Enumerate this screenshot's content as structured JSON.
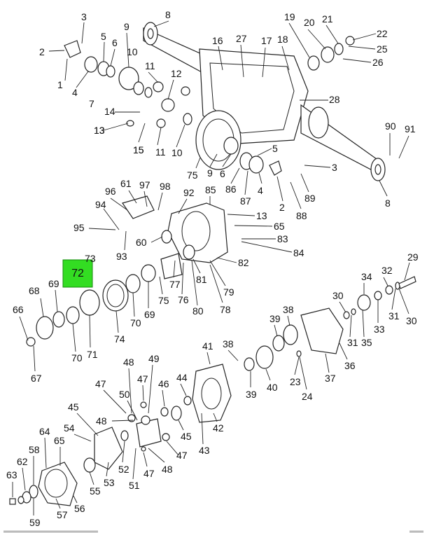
{
  "highlight": {
    "label": "72",
    "color": "#33dd22"
  },
  "callouts": [
    {
      "id": "c1",
      "text": "1"
    },
    {
      "id": "c2",
      "text": "2"
    },
    {
      "id": "c3",
      "text": "3"
    },
    {
      "id": "c4",
      "text": "4"
    },
    {
      "id": "c5",
      "text": "5"
    },
    {
      "id": "c6",
      "text": "6"
    },
    {
      "id": "c7",
      "text": "7"
    },
    {
      "id": "c8",
      "text": "8"
    },
    {
      "id": "c9",
      "text": "9"
    },
    {
      "id": "c10",
      "text": "10"
    },
    {
      "id": "c11",
      "text": "11"
    },
    {
      "id": "c12",
      "text": "12"
    },
    {
      "id": "c13",
      "text": "13"
    },
    {
      "id": "c14",
      "text": "14"
    },
    {
      "id": "c15",
      "text": "15"
    },
    {
      "id": "c16",
      "text": "16"
    },
    {
      "id": "c17",
      "text": "17"
    },
    {
      "id": "c18",
      "text": "18"
    },
    {
      "id": "c19",
      "text": "19"
    },
    {
      "id": "c20",
      "text": "20"
    },
    {
      "id": "c21",
      "text": "21"
    },
    {
      "id": "c22",
      "text": "22"
    },
    {
      "id": "c25",
      "text": "25"
    },
    {
      "id": "c26",
      "text": "26"
    },
    {
      "id": "c27",
      "text": "27"
    },
    {
      "id": "c28",
      "text": "28"
    },
    {
      "id": "c5b",
      "text": "5"
    },
    {
      "id": "c3b",
      "text": "3"
    },
    {
      "id": "c90",
      "text": "90"
    },
    {
      "id": "c91",
      "text": "91"
    },
    {
      "id": "c8b",
      "text": "8"
    },
    {
      "id": "c9b",
      "text": "9"
    },
    {
      "id": "c6b",
      "text": "6"
    },
    {
      "id": "c86",
      "text": "86"
    },
    {
      "id": "c87",
      "text": "87"
    },
    {
      "id": "c4b",
      "text": "4"
    },
    {
      "id": "c2b",
      "text": "2"
    },
    {
      "id": "c88",
      "text": "88"
    },
    {
      "id": "c89",
      "text": "89"
    },
    {
      "id": "c75",
      "text": "75"
    },
    {
      "id": "c10b",
      "text": "10"
    },
    {
      "id": "c11b",
      "text": "11"
    },
    {
      "id": "c15b",
      "text": "15"
    },
    {
      "id": "c13b",
      "text": "13"
    },
    {
      "id": "c61",
      "text": "61"
    },
    {
      "id": "c96",
      "text": "96"
    },
    {
      "id": "c97",
      "text": "97"
    },
    {
      "id": "c98",
      "text": "98"
    },
    {
      "id": "c92",
      "text": "92"
    },
    {
      "id": "c85",
      "text": "85"
    },
    {
      "id": "c94",
      "text": "94"
    },
    {
      "id": "c13c",
      "text": "13"
    },
    {
      "id": "c95",
      "text": "95"
    },
    {
      "id": "c65",
      "text": "65"
    },
    {
      "id": "c93",
      "text": "93"
    },
    {
      "id": "c60",
      "text": "60"
    },
    {
      "id": "c83",
      "text": "83"
    },
    {
      "id": "c84",
      "text": "84"
    },
    {
      "id": "c73",
      "text": "73"
    },
    {
      "id": "c82",
      "text": "82"
    },
    {
      "id": "c68",
      "text": "68"
    },
    {
      "id": "c69",
      "text": "69"
    },
    {
      "id": "c77",
      "text": "77"
    },
    {
      "id": "c81",
      "text": "81"
    },
    {
      "id": "c79",
      "text": "79"
    },
    {
      "id": "c75b",
      "text": "75"
    },
    {
      "id": "c76",
      "text": "76"
    },
    {
      "id": "c80",
      "text": "80"
    },
    {
      "id": "c78",
      "text": "78"
    },
    {
      "id": "c69b",
      "text": "69"
    },
    {
      "id": "c70",
      "text": "70"
    },
    {
      "id": "c66",
      "text": "66"
    },
    {
      "id": "c71",
      "text": "71"
    },
    {
      "id": "c74",
      "text": "74"
    },
    {
      "id": "c70b",
      "text": "70"
    },
    {
      "id": "c67",
      "text": "67"
    },
    {
      "id": "c29",
      "text": "29"
    },
    {
      "id": "c34",
      "text": "34"
    },
    {
      "id": "c32",
      "text": "32"
    },
    {
      "id": "c30",
      "text": "30"
    },
    {
      "id": "c33",
      "text": "33"
    },
    {
      "id": "c31",
      "text": "31"
    },
    {
      "id": "c30b",
      "text": "30"
    },
    {
      "id": "c39",
      "text": "39"
    },
    {
      "id": "c38",
      "text": "38"
    },
    {
      "id": "c31b",
      "text": "31"
    },
    {
      "id": "c35",
      "text": "35"
    },
    {
      "id": "c36",
      "text": "36"
    },
    {
      "id": "c41",
      "text": "41"
    },
    {
      "id": "c38b",
      "text": "38"
    },
    {
      "id": "c23",
      "text": "23"
    },
    {
      "id": "c37",
      "text": "37"
    },
    {
      "id": "c39b",
      "text": "39"
    },
    {
      "id": "c40",
      "text": "40"
    },
    {
      "id": "c24",
      "text": "24"
    },
    {
      "id": "c48",
      "text": "48"
    },
    {
      "id": "c49",
      "text": "49"
    },
    {
      "id": "c47",
      "text": "47"
    },
    {
      "id": "c44",
      "text": "44"
    },
    {
      "id": "c47b",
      "text": "47"
    },
    {
      "id": "c46",
      "text": "46"
    },
    {
      "id": "c50",
      "text": "50"
    },
    {
      "id": "c42",
      "text": "42"
    },
    {
      "id": "c45",
      "text": "45"
    },
    {
      "id": "c48b",
      "text": "48"
    },
    {
      "id": "c45b",
      "text": "45"
    },
    {
      "id": "c43",
      "text": "43"
    },
    {
      "id": "c54",
      "text": "54"
    },
    {
      "id": "c64",
      "text": "64"
    },
    {
      "id": "c47c",
      "text": "47"
    },
    {
      "id": "c65b",
      "text": "65"
    },
    {
      "id": "c52",
      "text": "52"
    },
    {
      "id": "c58",
      "text": "58"
    },
    {
      "id": "c48c",
      "text": "48"
    },
    {
      "id": "c62",
      "text": "62"
    },
    {
      "id": "c53",
      "text": "53"
    },
    {
      "id": "c47d",
      "text": "47"
    },
    {
      "id": "c55",
      "text": "55"
    },
    {
      "id": "c51",
      "text": "51"
    },
    {
      "id": "c63",
      "text": "63"
    },
    {
      "id": "c56",
      "text": "56"
    },
    {
      "id": "c57",
      "text": "57"
    },
    {
      "id": "c59",
      "text": "59"
    }
  ]
}
